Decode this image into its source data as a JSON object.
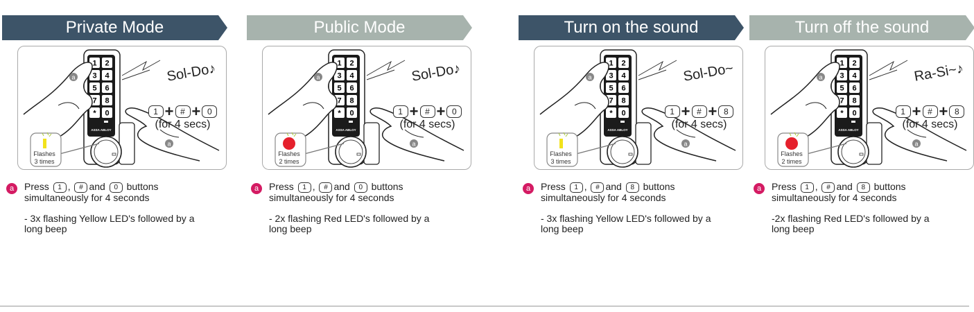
{
  "panels": [
    {
      "title": "Private Mode",
      "tab_style": "dark",
      "sound_text": "Sol-Do♪",
      "keys": [
        "1",
        "#",
        "0"
      ],
      "plus": "+",
      "duration": "(for 4 secs)",
      "led_color": "#f2e21c",
      "flash_line1": "Flashes",
      "flash_line2": "3 times",
      "badge": "a",
      "step_press": "Press",
      "step_sep1": ",",
      "step_and": "and",
      "step_buttons": "buttons",
      "step_line2": "simultaneously for 4 seconds",
      "note_line1": "- 3x flashing Yellow LED's followed by a",
      "note_line2": "long beep"
    },
    {
      "title": "Public Mode",
      "tab_style": "light",
      "sound_text": "Sol-Do♪",
      "keys": [
        "1",
        "#",
        "0"
      ],
      "plus": "+",
      "duration": "(for 4 secs)",
      "led_color": "#e5202c",
      "flash_line1": "Flashes",
      "flash_line2": "2 times",
      "badge": "a",
      "step_press": "Press",
      "step_sep1": ",",
      "step_and": "and",
      "step_buttons": "buttons",
      "step_line2": "simultaneously for 4 seconds",
      "note_line1": "- 2x flashing Red LED's followed by a",
      "note_line2": "long beep"
    },
    {
      "title": "Turn on the sound",
      "tab_style": "dark",
      "sound_text": "Sol-Do~",
      "keys": [
        "1",
        "#",
        "8"
      ],
      "plus": "+",
      "duration": "(for 4 secs)",
      "led_color": "#f2e21c",
      "flash_line1": "Flashes",
      "flash_line2": "3 times",
      "badge": "a",
      "step_press": "Press",
      "step_sep1": ",",
      "step_and": "and",
      "step_buttons": "buttons",
      "step_line2": "simultaneously for 4 seconds",
      "note_line1": "- 3x flashing Yellow LED's followed by a",
      "note_line2": "long beep"
    },
    {
      "title": "Turn off the sound",
      "tab_style": "light",
      "sound_text": "Ra-Si~♪",
      "keys": [
        "1",
        "#",
        "8"
      ],
      "plus": "+",
      "duration": "(for 4 secs)",
      "led_color": "#e5202c",
      "flash_line1": "Flashes",
      "flash_line2": "2 times",
      "badge": "a",
      "step_press": "Press",
      "step_sep1": ",",
      "step_and": "and",
      "step_buttons": "buttons",
      "step_line2": "simultaneously for 4 seconds",
      "note_line1": "-2x flashing Red LED's followed by a",
      "note_line2": "long beep"
    }
  ],
  "keypad_keys": [
    "1",
    "2",
    "3",
    "4",
    "5",
    "6",
    "7",
    "8",
    "*",
    "0"
  ],
  "keypad_brand": "ASSA ABLOY"
}
